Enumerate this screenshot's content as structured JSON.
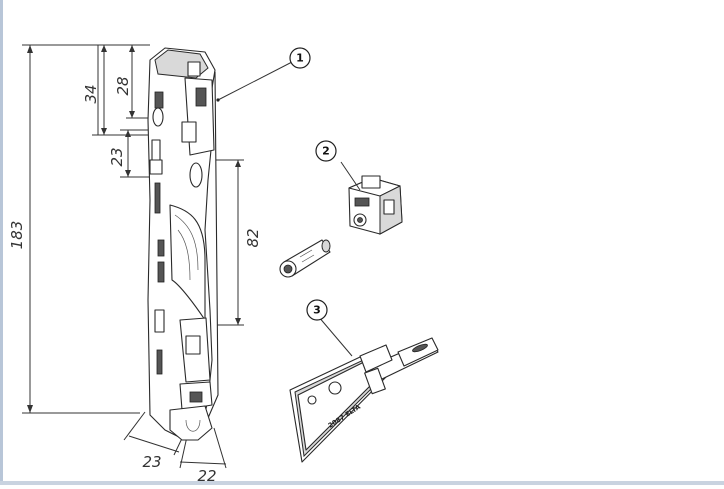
{
  "dimensions": {
    "overall_height": "183",
    "upper_offset": "34",
    "upper_inner": "28",
    "hole_spacing": "23",
    "middle_span": "82",
    "base_depth": "23",
    "base_width": "22"
  },
  "callouts": [
    {
      "number": "1"
    },
    {
      "number": "2"
    },
    {
      "number": "3"
    }
  ],
  "label_marks": {
    "part3_logo_text": "2087 ELTA"
  }
}
